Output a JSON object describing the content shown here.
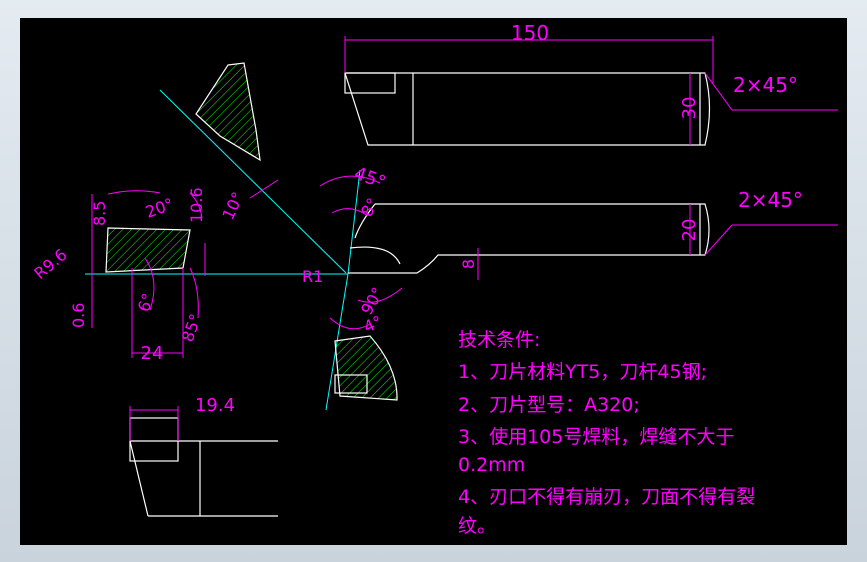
{
  "colors": {
    "background": "#000000",
    "outline": "#ffffff",
    "dimension": "#ff00ff",
    "centerline": "#00ffff",
    "hatch": "#00ff00"
  },
  "dimensions": {
    "length_150": "150",
    "chamfer_top": "2×45°",
    "height_30": "30",
    "chamfer_mid": "2×45°",
    "height_20": "20",
    "height_8": "8",
    "angle_45": "45°",
    "angle_8_top": "8°",
    "radius_r1": "R1",
    "angle_90": "90°",
    "angle_4": "4°",
    "angle_10_left": "10°",
    "size_8_5": "8.5",
    "angle_20": "20°",
    "size_10_6": "10.6",
    "radius_r9_6": "R9.6",
    "size_0_6": "0.6",
    "angle_6": "6°",
    "angle_85": "85°",
    "size_24": "24",
    "size_19_4": "19.4"
  },
  "notes": {
    "title": "技术条件:",
    "line1": "1、刀片材料YT5，刀杆45钢;",
    "line2": "2、刀片型号：A320;",
    "line3": "3、使用105号焊料，焊缝不大于",
    "line3b": "0.2mm",
    "line4": "4、刃口不得有崩刃，刀面不得有裂",
    "line4b": "纹。"
  }
}
